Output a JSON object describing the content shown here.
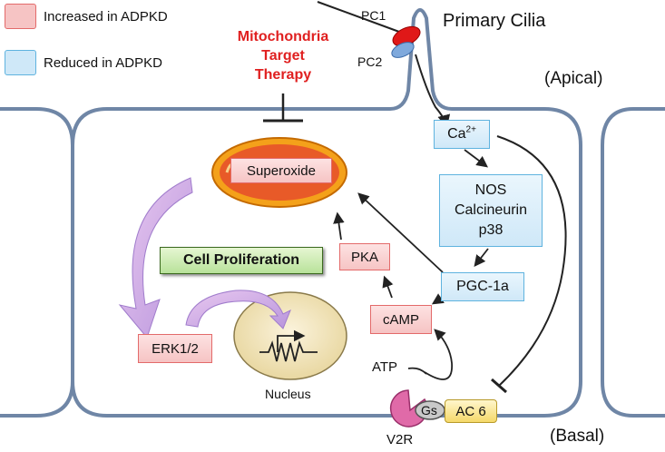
{
  "legend": {
    "increased": {
      "label": "Increased in ADPKD",
      "color": "#f6c4c4"
    },
    "reduced": {
      "label": "Reduced in ADPKD",
      "color": "#cfe8f8"
    }
  },
  "therapy": {
    "line1": "Mitochondria",
    "line2": "Target",
    "line3": "Therapy",
    "color": "#e02020"
  },
  "cilia": {
    "title": "Primary Cilia",
    "pc1": "PC1",
    "pc2": "PC2"
  },
  "regions": {
    "apical": "(Apical)",
    "basal": "(Basal)"
  },
  "nodes": {
    "superoxide": "Superoxide",
    "ca": "Ca",
    "ca_sup": "2+",
    "nos": "NOS",
    "calcineurin": "Calcineurin",
    "p38": "p38",
    "pgc": "PGC-1a",
    "pka": "PKA",
    "camp": "cAMP",
    "erk": "ERK1/2",
    "proliferation": "Cell Proliferation",
    "nucleus": "Nucleus",
    "atp": "ATP",
    "gs": "Gs",
    "ac6": "AC 6",
    "v2r": "V2R"
  }
}
